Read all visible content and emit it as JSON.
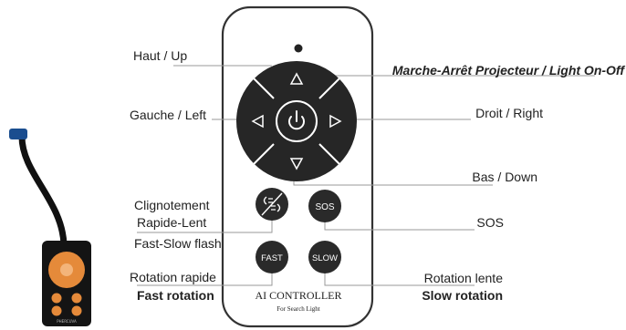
{
  "remote": {
    "brand_title": "AI CONTROLLER",
    "brand_subtitle": "For Search Light",
    "buttons": {
      "sos": "SOS",
      "fast": "FAST",
      "slow": "SLOW"
    },
    "icons": {
      "up": "triangle-up-icon",
      "down": "triangle-down-icon",
      "left": "triangle-left-icon",
      "right": "triangle-right-icon",
      "power": "power-icon",
      "flash": "flash-icon",
      "indicator": "led-dot-icon"
    }
  },
  "labels": {
    "up": "Haut / Up",
    "left": "Gauche / Left",
    "power": "Marche-Arrêt Projecteur / Light On-Off",
    "right": "Droit / Right",
    "down": "Bas / Down",
    "flash_fr_1": "Clignotement",
    "flash_fr_2": "Rapide-Lent",
    "flash_en": "Fast-Slow flash",
    "sos": "SOS",
    "fast_fr": "Rotation rapide",
    "fast_en": "Fast rotation",
    "slow_fr": "Rotation lente",
    "slow_en": "Slow rotation"
  },
  "photo": {
    "brand_text": "PHERCUVA"
  },
  "colors": {
    "remote_body": "#ffffff",
    "outline": "#333333",
    "pad": "#262626",
    "button": "#2a2a2a",
    "leader_line": "#9a9a9a",
    "photo_orange": "#e58a3a"
  }
}
